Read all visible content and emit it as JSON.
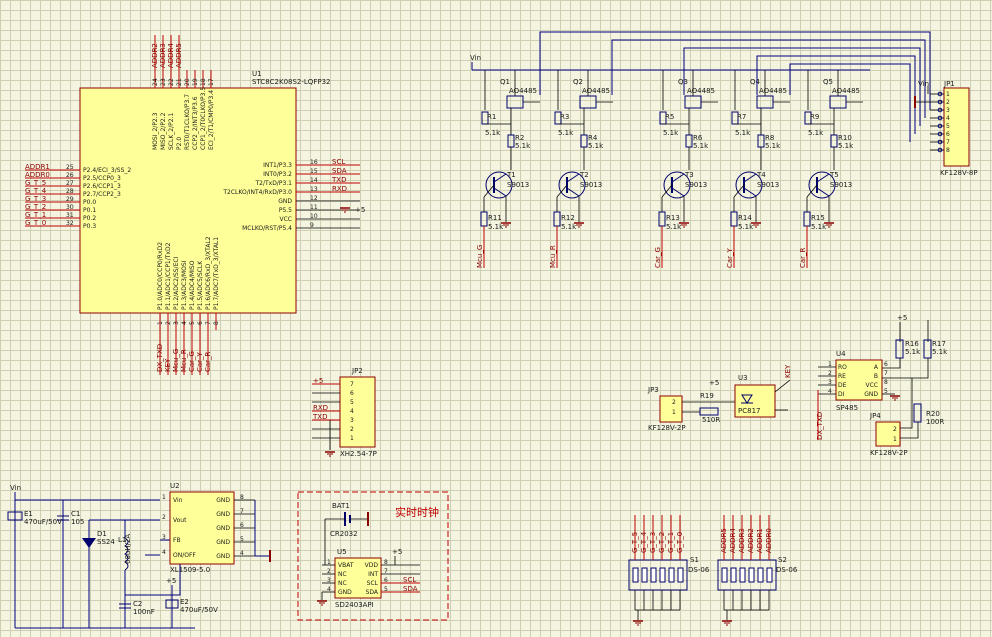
{
  "title": "",
  "mcu": {
    "ref": "U1",
    "part": "STC8C2K08S2-LQFP32",
    "left_pins": [
      {
        "net": "ADDR1",
        "num": "25",
        "name": "P2.4/ECI_3/SS_2"
      },
      {
        "net": "ADDR0",
        "num": "26",
        "name": "P2.5/CCP0_3"
      },
      {
        "net": "G_T_5",
        "num": "27",
        "name": "P2.6/CCP1_3"
      },
      {
        "net": "G_T_4",
        "num": "28",
        "name": "P2.7/CCP2_3"
      },
      {
        "net": "G_T_3",
        "num": "29",
        "name": "P0.0"
      },
      {
        "net": "G_T_2",
        "num": "30",
        "name": "P0.1"
      },
      {
        "net": "G_T_1",
        "num": "31",
        "name": "P0.2"
      },
      {
        "net": "G_T_0",
        "num": "32",
        "name": "P0.3"
      }
    ],
    "top_pins": [
      {
        "net": "ADDR2",
        "num": "24",
        "name": "MOSI_2/P2.3"
      },
      {
        "net": "ADDR3",
        "num": "23",
        "name": "MISO_2/P2.2"
      },
      {
        "net": "ADDR4",
        "num": "22",
        "name": "SCLK_2/P2.1"
      },
      {
        "net": "ADDR5",
        "num": "21",
        "name": "P2.0"
      },
      {
        "net": "",
        "num": "20",
        "name": "RST0/T1CLKO/P3.7"
      },
      {
        "net": "",
        "num": "19",
        "name": "CCP2_2/INT3/P3.6"
      },
      {
        "net": "",
        "num": "18",
        "name": "CCP1_2/T0CLKO/P3.5"
      },
      {
        "net": "",
        "num": "17",
        "name": "ECI_2/T1/CMP0/P3.4"
      }
    ],
    "right_pins": [
      {
        "net": "SCL",
        "num": "16",
        "name": "INT1/P3.3"
      },
      {
        "net": "SDA",
        "num": "15",
        "name": "INT0/P3.2"
      },
      {
        "net": "TXD",
        "num": "14",
        "name": "T2/TxD/P3.1"
      },
      {
        "net": "RXD",
        "num": "13",
        "name": "T2CLKO/INT4/RxD/P3.0"
      },
      {
        "net": "",
        "num": "12",
        "name": "GND"
      },
      {
        "net": "",
        "num": "11",
        "name": "P5.5"
      },
      {
        "net": "",
        "num": "10",
        "name": "VCC"
      },
      {
        "net": "",
        "num": "9",
        "name": "MCLKO/RST/P5.4"
      }
    ],
    "bottom_pins": [
      {
        "net": "DX_TXD",
        "num": "1",
        "name": "P1.0/ADC0/CCP0/RxD2"
      },
      {
        "net": "KEY",
        "num": "2",
        "name": "P1.1/ADC1/CCP1/TxD2"
      },
      {
        "net": "Mcu_G",
        "num": "3",
        "name": "P1.2/ADC2/SS/ECI"
      },
      {
        "net": "Mcu_R",
        "num": "4",
        "name": "P1.3/ADC3/MOSI"
      },
      {
        "net": "Car_G",
        "num": "5",
        "name": "P1.4/ADC4/MISO"
      },
      {
        "net": "Car_Y",
        "num": "6",
        "name": "P1.5/ADC5/SCLK"
      },
      {
        "net": "Car_R",
        "num": "7",
        "name": "P1.6/ADC6/RxD_3/XTAL2"
      },
      {
        "net": "",
        "num": "8",
        "name": "P1.7/ADC7/TxD_3/XTAL1"
      }
    ]
  },
  "power_label_vin": "Vin",
  "power_label_5v": "+5",
  "mosfets": [
    {
      "ref": "Q1",
      "part": "AO4485"
    },
    {
      "ref": "Q2",
      "part": "AO4485"
    },
    {
      "ref": "Q3",
      "part": "AO4485"
    },
    {
      "ref": "Q4",
      "part": "AO4485"
    },
    {
      "ref": "Q5",
      "part": "AO4485"
    }
  ],
  "gate_resistors": [
    {
      "ref": "R1",
      "val": "5.1k"
    },
    {
      "ref": "R3",
      "val": "5.1k"
    },
    {
      "ref": "R5",
      "val": "5.1k"
    },
    {
      "ref": "R7",
      "val": "5.1k"
    },
    {
      "ref": "R9",
      "val": "5.1k"
    }
  ],
  "drain_resistors": [
    {
      "ref": "R2",
      "val": "5.1k"
    },
    {
      "ref": "R4",
      "val": "5.1k"
    },
    {
      "ref": "R6",
      "val": "5.1k"
    },
    {
      "ref": "R8",
      "val": "5.1k"
    },
    {
      "ref": "R10",
      "val": "5.1k"
    }
  ],
  "transistors": [
    {
      "ref": "T1",
      "part": "S9013"
    },
    {
      "ref": "T2",
      "part": "S9013"
    },
    {
      "ref": "T3",
      "part": "S9013"
    },
    {
      "ref": "T4",
      "part": "S9013"
    },
    {
      "ref": "T5",
      "part": "S9013"
    }
  ],
  "base_resistors": [
    {
      "ref": "R11",
      "val": "5.1k",
      "net": "Mcu_G"
    },
    {
      "ref": "R12",
      "val": "5.1k",
      "net": "Mcu_R"
    },
    {
      "ref": "R13",
      "val": "5.1k",
      "net": "Car_G"
    },
    {
      "ref": "R14",
      "val": "5.1k",
      "net": "Car_Y"
    },
    {
      "ref": "R15",
      "val": "5.1k",
      "net": "Car_R"
    }
  ],
  "jp1": {
    "ref": "JP1",
    "part": "KF128V-8P",
    "pins": [
      "1",
      "2",
      "3",
      "4",
      "5",
      "6",
      "7",
      "8"
    ]
  },
  "jp2": {
    "ref": "JP2",
    "part": "XH2.54-7P",
    "pins": [
      "7",
      "6",
      "5",
      "4",
      "3",
      "2",
      "1"
    ],
    "nets": [
      "+5",
      "",
      "",
      "RXD",
      "TXD",
      "",
      ""
    ]
  },
  "jp3": {
    "ref": "JP3",
    "part": "KF128V-2P",
    "pins": [
      "2",
      "1"
    ]
  },
  "jp4": {
    "ref": "JP4",
    "part": "KF128V-2P",
    "pins": [
      "2",
      "1"
    ]
  },
  "opto": {
    "ref": "U3",
    "part": "PC817",
    "r_ref": "R19",
    "r_val": "510R",
    "net": "KEY"
  },
  "rs485": {
    "ref": "U4",
    "part": "SP485",
    "left": [
      {
        "name": "RO",
        "num": "1"
      },
      {
        "name": "RE",
        "num": "2"
      },
      {
        "name": "DE",
        "num": "3"
      },
      {
        "name": "DI",
        "num": "4"
      }
    ],
    "right": [
      {
        "name": "A",
        "num": "6"
      },
      {
        "name": "B",
        "num": "7"
      },
      {
        "name": "VCC",
        "num": "8"
      },
      {
        "name": "GND",
        "num": "5"
      }
    ],
    "net": "DX_TXD",
    "r16": {
      "ref": "R16",
      "val": "5.1k"
    },
    "r17": {
      "ref": "R17",
      "val": "5.1k"
    },
    "r20": {
      "ref": "R20",
      "val": "100R"
    }
  },
  "regulator": {
    "ref": "U2",
    "part": "XL1509-5.0",
    "left": [
      "Vin",
      "Vout",
      "FB",
      "ON/OFF"
    ],
    "left_nums": [
      "1",
      "2",
      "3",
      "4"
    ],
    "right": [
      "GND",
      "GND",
      "GND",
      "GND",
      "GND"
    ],
    "right_nums": [
      "8",
      "7",
      "6",
      "5",
      "4"
    ]
  },
  "caps": [
    {
      "ref": "E1",
      "val": "470uF/50V"
    },
    {
      "ref": "C1",
      "val": "105"
    },
    {
      "ref": "C2",
      "val": "100nF"
    },
    {
      "ref": "E2",
      "val": "470uF/50V"
    }
  ],
  "diode": {
    "ref": "D1",
    "val": "SS24"
  },
  "inductor": {
    "ref": "L1",
    "val": "68uH/2A"
  },
  "rtc": {
    "title": "实时时钟",
    "bat_ref": "BAT1",
    "bat_val": "CR2032",
    "ref": "U5",
    "part": "SD2403API",
    "left": [
      "VBAT",
      "NC",
      "NC",
      "GND"
    ],
    "right": [
      "VDD",
      "INT",
      "SCL",
      "SDA"
    ],
    "nets": [
      "SCL",
      "SDA"
    ]
  },
  "dip1": {
    "ref": "S1",
    "part": "DS-06",
    "nets": [
      "G_T_5",
      "G_T_4",
      "G_T_3",
      "G_T_2",
      "G_T_1",
      "G_T_0"
    ]
  },
  "dip2": {
    "ref": "S2",
    "part": "DS-06",
    "nets": [
      "ADDR5",
      "ADDR4",
      "ADDR3",
      "ADDR2",
      "ADDR1",
      "ADDR0"
    ]
  }
}
